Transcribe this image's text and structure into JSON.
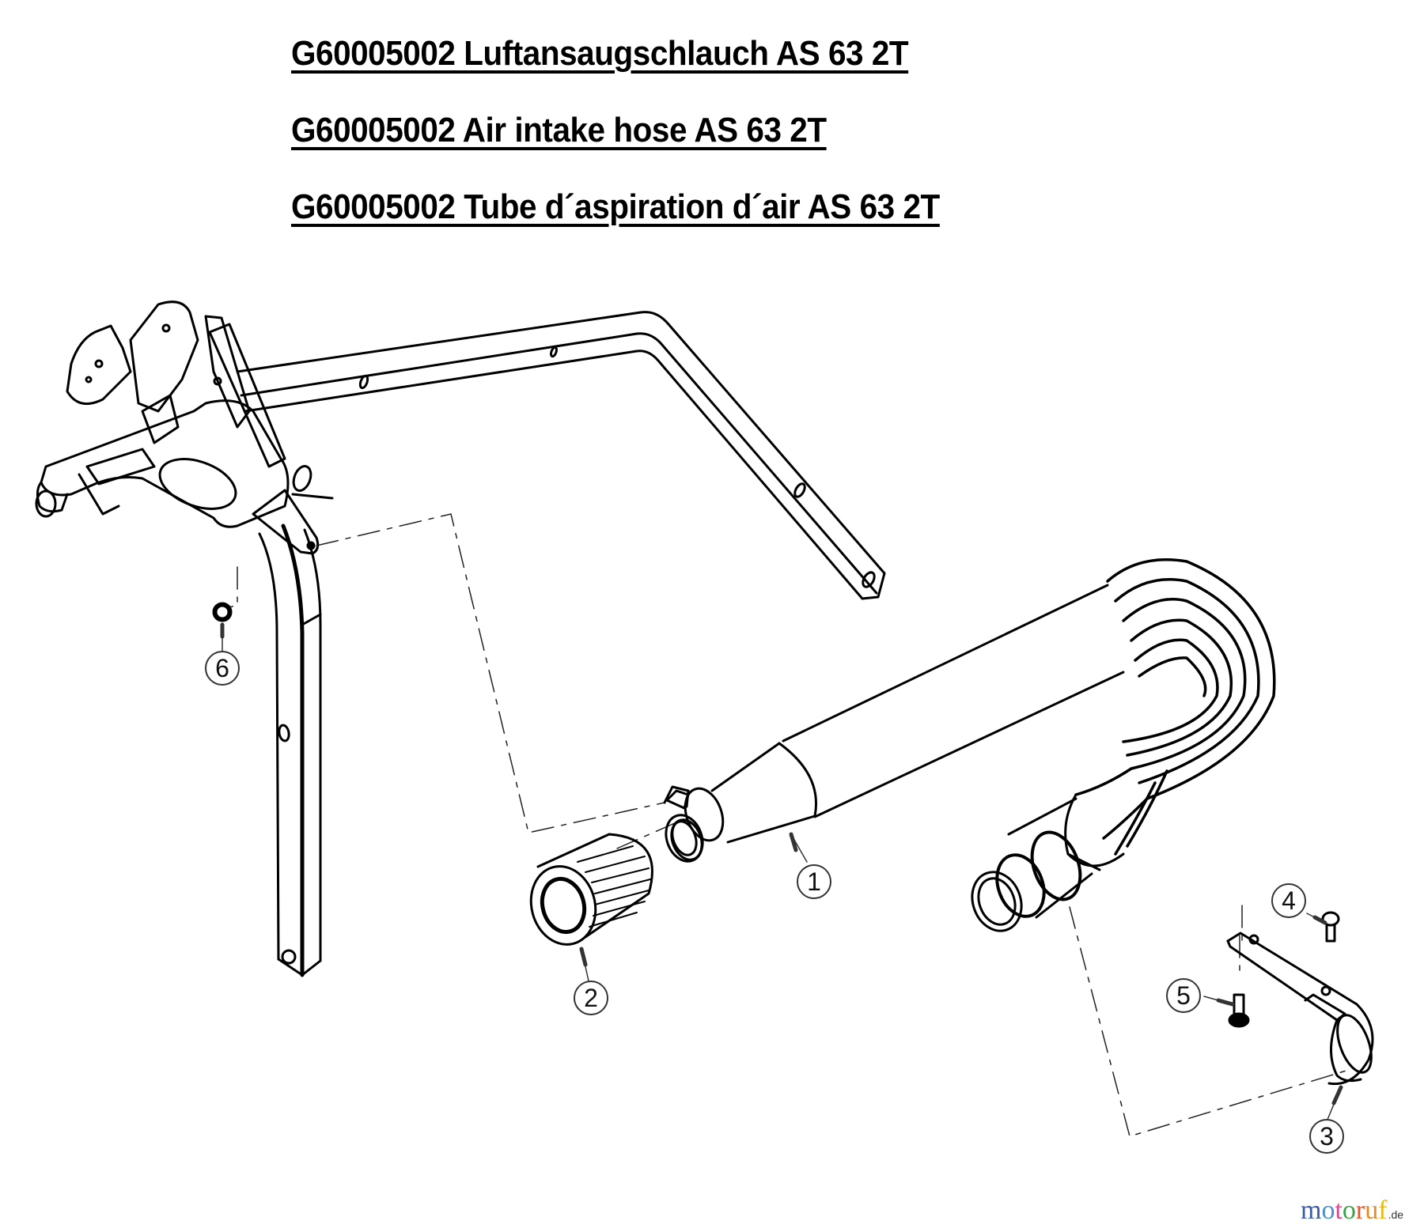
{
  "titles": {
    "de": "G60005002 Luftansaugschlauch AS 63 2T",
    "en": "G60005002 Air intake hose AS 63 2T",
    "fr": "G60005002 Tube d´aspiration d´air AS 63 2T"
  },
  "part_group": "G60005002",
  "model": "AS 63 2T",
  "callouts": [
    {
      "number": "1",
      "part": "air-intake-hose"
    },
    {
      "number": "2",
      "part": "air-filter"
    },
    {
      "number": "3",
      "part": "hose-bracket-clamp"
    },
    {
      "number": "4",
      "part": "bolt"
    },
    {
      "number": "5",
      "part": "bolt"
    },
    {
      "number": "6",
      "part": "nut"
    }
  ],
  "logo": {
    "letters": [
      {
        "ch": "m",
        "color": "#3b5ba9"
      },
      {
        "ch": "o",
        "color": "#4a8fd6"
      },
      {
        "ch": "t",
        "color": "#d64a8f"
      },
      {
        "ch": "o",
        "color": "#3aa14a"
      },
      {
        "ch": "r",
        "color": "#e3552a"
      },
      {
        "ch": "u",
        "color": "#e88a1e"
      },
      {
        "ch": "f",
        "color": "#e8b81e"
      }
    ],
    "text": "motoruf",
    "tld": ".de"
  }
}
